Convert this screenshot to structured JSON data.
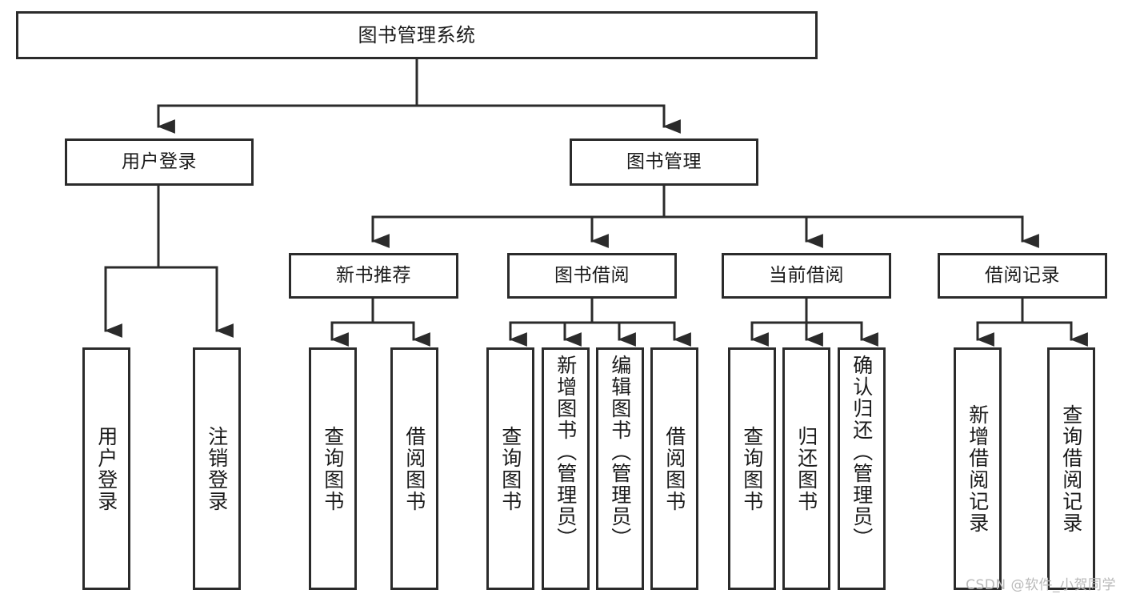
{
  "diagram": {
    "type": "tree-hierarchy-chart",
    "root": {
      "id": "root",
      "label": "图书管理系统"
    },
    "level2": [
      {
        "id": "user-login",
        "label": "用户登录"
      },
      {
        "id": "book-manage",
        "label": "图书管理"
      }
    ],
    "level3": [
      {
        "id": "new-book-recommend",
        "label": "新书推荐",
        "parent": "book-manage"
      },
      {
        "id": "book-borrow",
        "label": "图书借阅",
        "parent": "book-manage"
      },
      {
        "id": "current-borrow",
        "label": "当前借阅",
        "parent": "book-manage"
      },
      {
        "id": "borrow-record",
        "label": "借阅记录",
        "parent": "book-manage"
      }
    ],
    "leaves": [
      {
        "id": "leaf-user-login",
        "label": "用户登录",
        "parent": "user-login"
      },
      {
        "id": "leaf-logout",
        "label": "注销登录",
        "parent": "user-login"
      },
      {
        "id": "leaf-query-book-1",
        "label": "查询图书",
        "parent": "new-book-recommend"
      },
      {
        "id": "leaf-borrow-book-1",
        "label": "借阅图书",
        "parent": "new-book-recommend"
      },
      {
        "id": "leaf-query-book-2",
        "label": "查询图书",
        "parent": "book-borrow"
      },
      {
        "id": "leaf-add-book",
        "label": "新增图书（管理员）",
        "parent": "book-borrow"
      },
      {
        "id": "leaf-edit-book",
        "label": "编辑图书（管理员）",
        "parent": "book-borrow"
      },
      {
        "id": "leaf-borrow-book-2",
        "label": "借阅图书",
        "parent": "book-borrow"
      },
      {
        "id": "leaf-query-book-3",
        "label": "查询图书",
        "parent": "current-borrow"
      },
      {
        "id": "leaf-return-book",
        "label": "归还图书",
        "parent": "current-borrow"
      },
      {
        "id": "leaf-confirm-return",
        "label": "确认归还（管理员）",
        "parent": "current-borrow"
      },
      {
        "id": "leaf-add-record",
        "label": "新增借阅记录",
        "parent": "borrow-record"
      },
      {
        "id": "leaf-query-record",
        "label": "查询借阅记录",
        "parent": "borrow-record"
      }
    ],
    "colors": {
      "stroke": "#2b2b2b",
      "fill": "#ffffff",
      "text": "#1a1a1a",
      "watermark": "#b9b9b9"
    }
  },
  "watermark": {
    "text": "CSDN @软件_小贺同学"
  }
}
